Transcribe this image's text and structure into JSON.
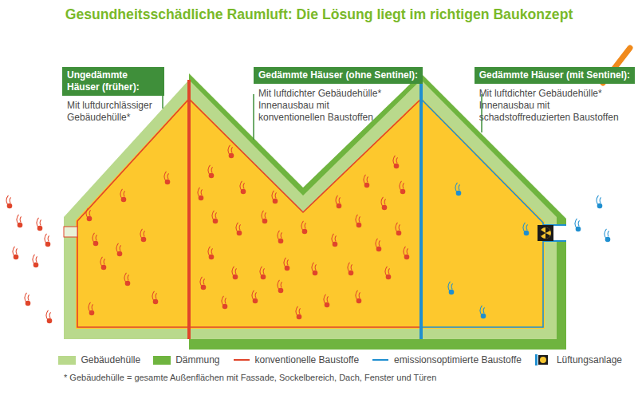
{
  "diagram": {
    "title": "Gesundheitsschädliche Raumluft: Die Lösung liegt im richtigen Baukonzept",
    "caption": "* Gebäudehülle = gesamte Außenflächen mit Fassade, Sockelbereich, Dach, Fenster und Türen",
    "nodes": [
      {
        "text": [
          "Ungedämmte Häuser (früher):",
          "Mit luftdurchlässiger Gebäudehülle*"
        ]
      },
      {
        "text": [
          "Gedämmte Häuser (ohne Sentinel):",
          "Mit luftdichter Gebäudehülle* Innenausbau mit konventionellen Baustoffen"
        ]
      },
      {
        "text": [
          "Gedämmte Häuser (mit Sentinel):",
          "Mit luftdichter Gebäudehülle* Innenausbau mit schadstoffreduzierten Baustoffen"
        ]
      }
    ],
    "edges": [],
    "legend": [
      {
        "text": "Gebäudehülle",
        "color": "#b9d98c"
      },
      {
        "text": "Dämmung",
        "color": "#6fb43f"
      },
      {
        "text": "konventionelle Baustoffe"
      },
      {
        "text": "emissionsoptimierte Baustoffe"
      },
      {
        "text": "Lüftungsanlage"
      }
    ]
  }
}
